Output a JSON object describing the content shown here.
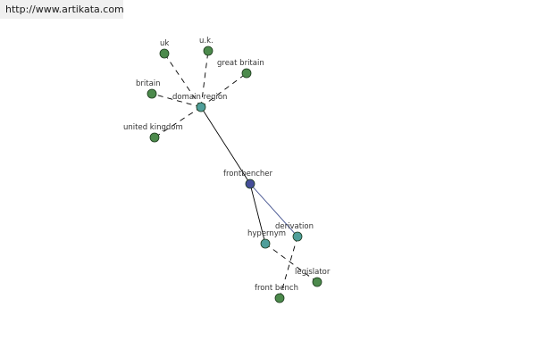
{
  "banner": {
    "url": "http://www.artikata.com"
  },
  "colors": {
    "leaf": "#4c8a4c",
    "intermediate": "#4f9e9a",
    "center": "#454e99"
  },
  "nodes": [
    {
      "id": "frontbencher",
      "label": "frontbencher",
      "kind": "center"
    },
    {
      "id": "domain-region",
      "label": "domain region",
      "kind": "intermediate"
    },
    {
      "id": "hypernym",
      "label": "hypernym",
      "kind": "intermediate"
    },
    {
      "id": "derivation",
      "label": "derivation",
      "kind": "intermediate"
    },
    {
      "id": "uk",
      "label": "uk",
      "kind": "leaf"
    },
    {
      "id": "u-k",
      "label": "u.k.",
      "kind": "leaf"
    },
    {
      "id": "great-britain",
      "label": "great britain",
      "kind": "leaf"
    },
    {
      "id": "britain",
      "label": "britain",
      "kind": "leaf"
    },
    {
      "id": "united-kingdom",
      "label": "united kingdom",
      "kind": "leaf"
    },
    {
      "id": "legislator",
      "label": "legislator",
      "kind": "leaf"
    },
    {
      "id": "front-bench",
      "label": "front bench",
      "kind": "leaf"
    }
  ],
  "edges": [
    {
      "from": "frontbencher",
      "to": "domain-region",
      "style": "solid"
    },
    {
      "from": "frontbencher",
      "to": "hypernym",
      "style": "solid"
    },
    {
      "from": "frontbencher",
      "to": "derivation",
      "style": "blue"
    },
    {
      "from": "domain-region",
      "to": "uk",
      "style": "dashed"
    },
    {
      "from": "domain-region",
      "to": "u-k",
      "style": "dashed"
    },
    {
      "from": "domain-region",
      "to": "great-britain",
      "style": "dashed"
    },
    {
      "from": "domain-region",
      "to": "britain",
      "style": "dashed"
    },
    {
      "from": "domain-region",
      "to": "united-kingdom",
      "style": "dashed"
    },
    {
      "from": "hypernym",
      "to": "legislator",
      "style": "dashed"
    },
    {
      "from": "derivation",
      "to": "front-bench",
      "style": "dashed"
    }
  ]
}
